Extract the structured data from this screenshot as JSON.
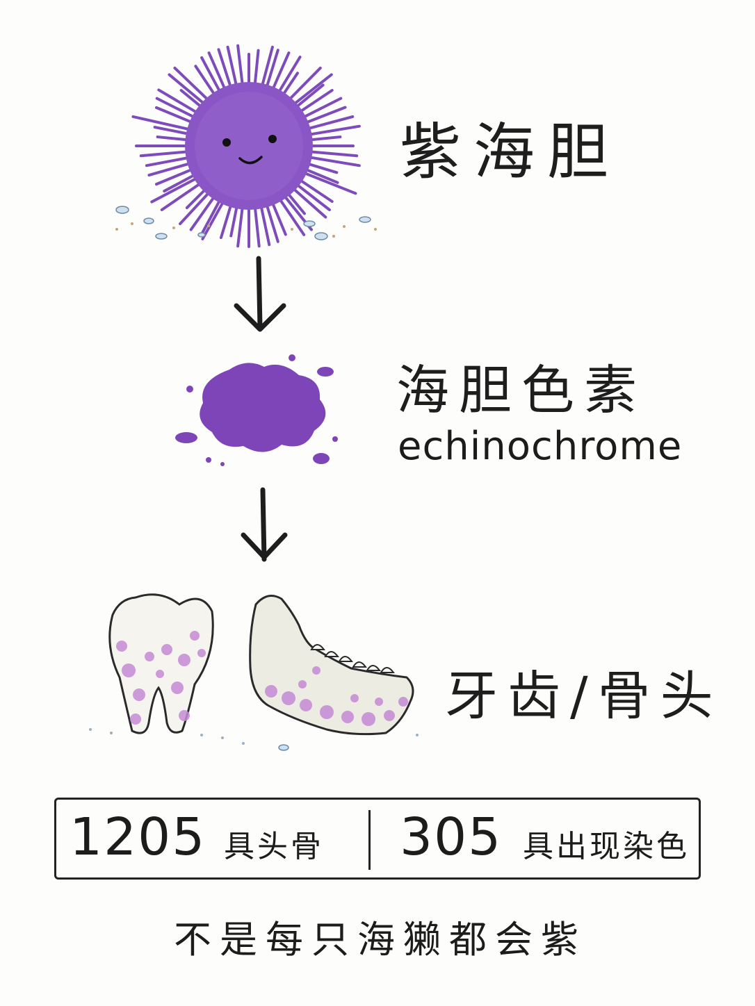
{
  "steps": [
    {
      "title": "紫海胆"
    },
    {
      "title": "海胆色素",
      "subtitle": "echinochrome"
    },
    {
      "title": "牙齿/骨头"
    }
  ],
  "stats": {
    "skulls_count": "1205",
    "skulls_label": "具头骨",
    "stained_count": "305",
    "stained_label": "具出现染色"
  },
  "footer": "不是每只海獭都会紫",
  "colors": {
    "urchin_purple": "#8a55c4",
    "pigment_purple": "#7d45b8",
    "stain_pink": "#c58ad6",
    "ink": "#1e1e1e"
  },
  "icons": [
    "sea-urchin-illustration",
    "down-arrow",
    "pigment-splash",
    "tooth-illustration",
    "jawbone-illustration"
  ]
}
